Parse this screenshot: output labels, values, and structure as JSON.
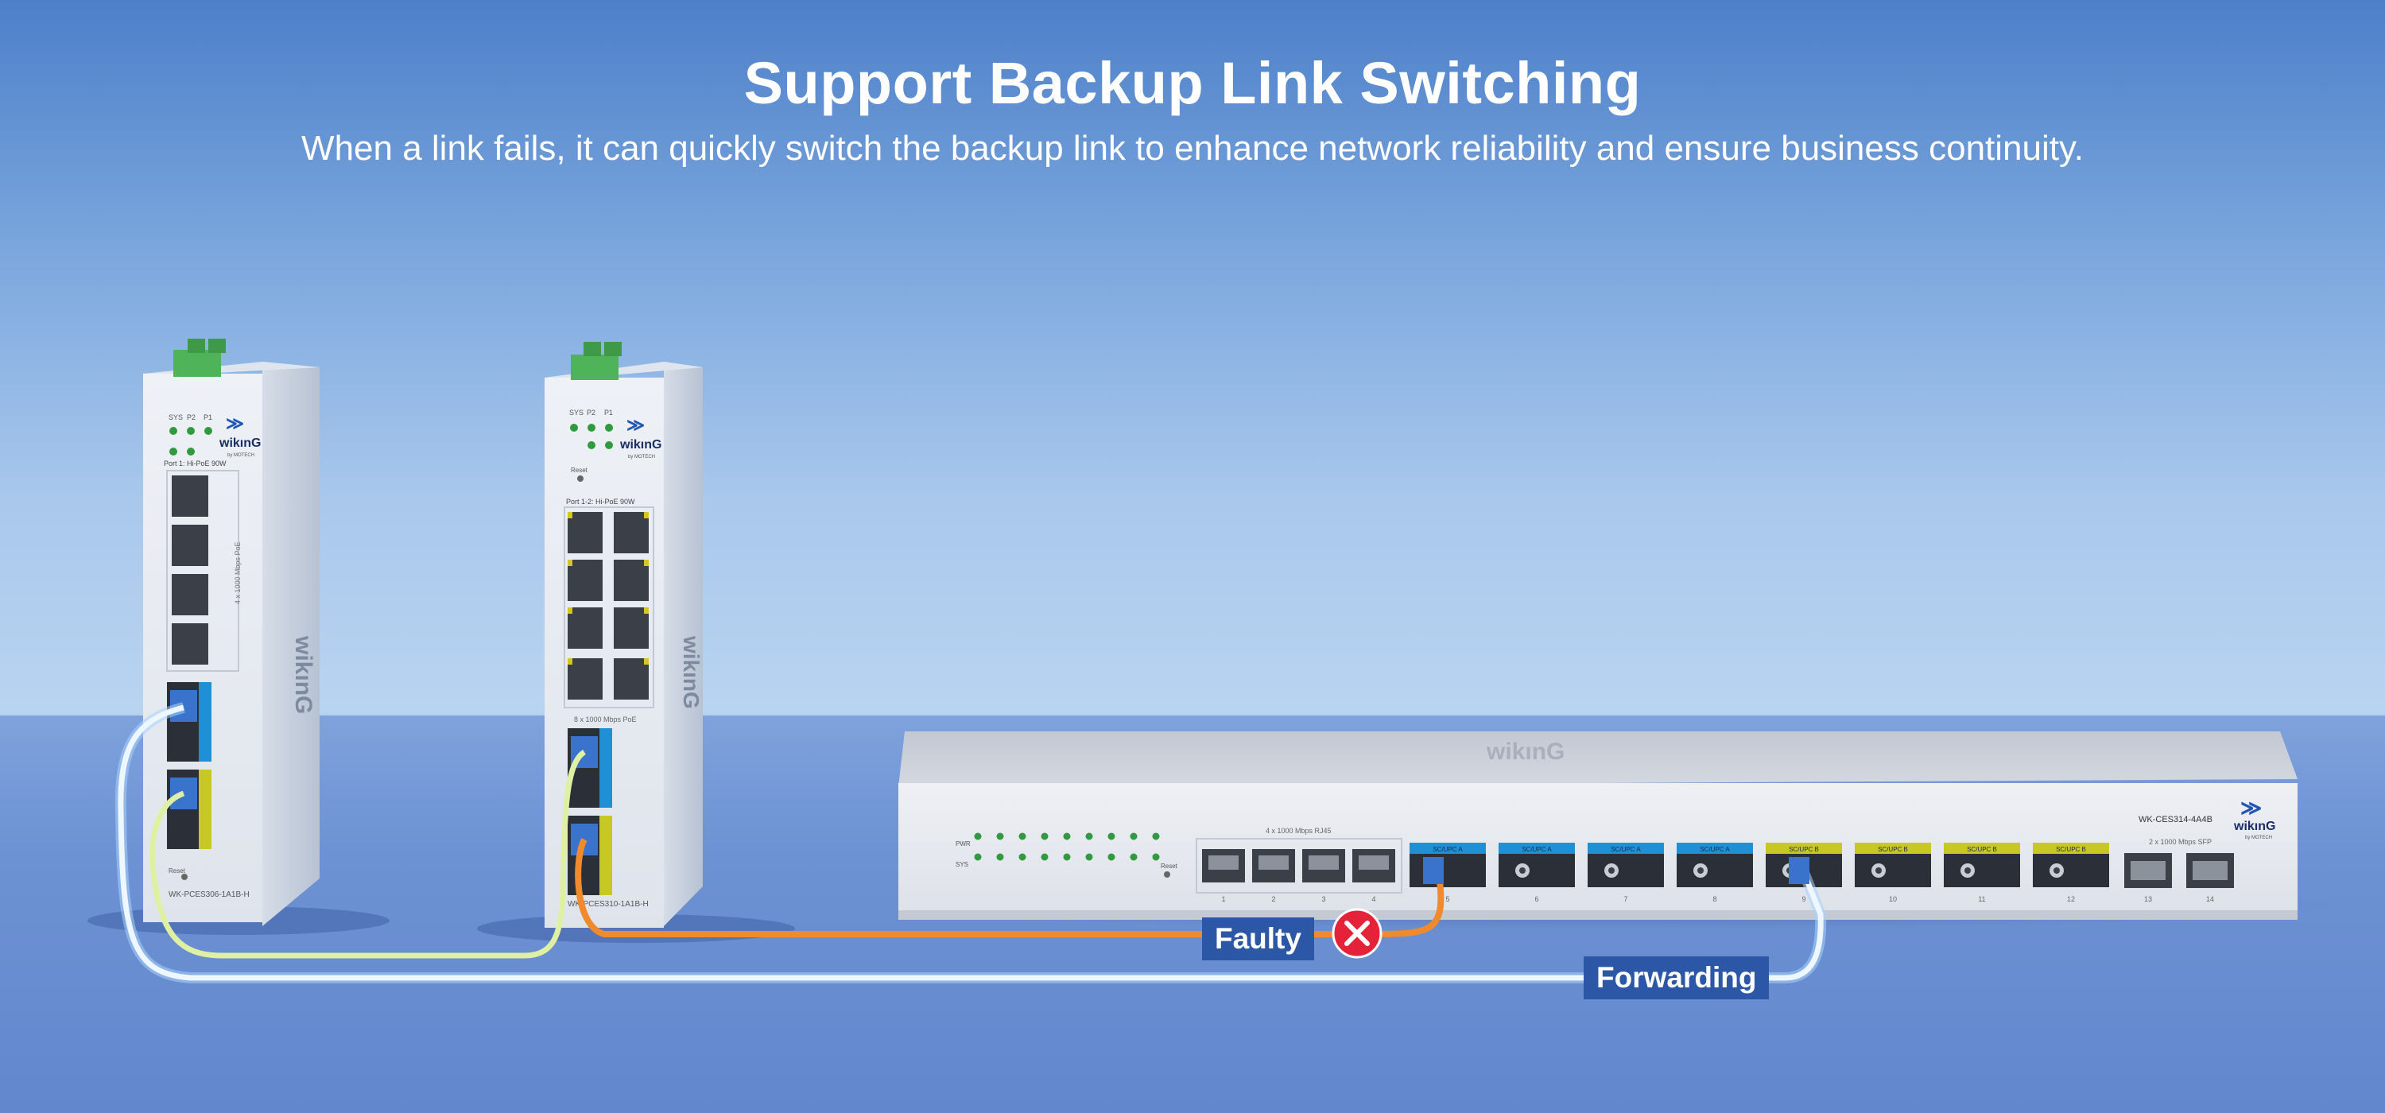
{
  "header": {
    "title": "Support Backup Link Switching",
    "subtitle": "When a link fails, it can quickly switch the backup link to enhance network reliability and ensure business continuity."
  },
  "devices": {
    "left": {
      "brand": "wikınG",
      "brand_sub": "by MOTECH",
      "led_labels": [
        "SYS",
        "P2",
        "P1"
      ],
      "poe_label": "Port 1: Hi-PoE 90W",
      "side_label": "4 x 1000 Mbps PoE",
      "reset_label": "Reset",
      "model": "WK-PCES306-1A1B-H"
    },
    "middle": {
      "brand": "wikınG",
      "brand_sub": "by MOTECH",
      "led_labels": [
        "SYS",
        "P2",
        "P1"
      ],
      "reset_label": "Reset",
      "poe_label": "Port 1-2: Hi-PoE 90W",
      "ports_label": "8 x 1000 Mbps PoE",
      "model": "WK-PCES310-1A1B-H"
    },
    "rack": {
      "top_logo": "wikınG",
      "brand": "wikınG",
      "brand_sub": "by MOTECH",
      "model": "WK-CES314-4A4B",
      "rj45_label": "4 x 1000 Mbps RJ45",
      "sfp_label": "2 x 1000 Mbps SFP",
      "reset_label": "Reset",
      "led_row_labels": [
        "PWR",
        "SYS"
      ],
      "fiber_a_label": "SC/UPC A",
      "fiber_b_label": "SC/UPC B",
      "port_numbers": [
        "1",
        "2",
        "3",
        "4",
        "5",
        "6",
        "7",
        "8",
        "9",
        "10",
        "11",
        "12",
        "13",
        "14"
      ]
    }
  },
  "callouts": {
    "faulty": "Faulty",
    "forwarding": "Forwarding"
  },
  "colors": {
    "accent_blue": "#1f8fd6",
    "accent_yellow": "#c8c824",
    "fault_red": "#e5223a",
    "faulty_cable": "#f08a2c",
    "forwarding_cable": "#eef6ff",
    "backup_cable": "#d9e59a",
    "callout_bg": "#2c57a6"
  },
  "icons": {
    "fault": "close-circle-icon",
    "brand": "wiking-logo-icon"
  }
}
